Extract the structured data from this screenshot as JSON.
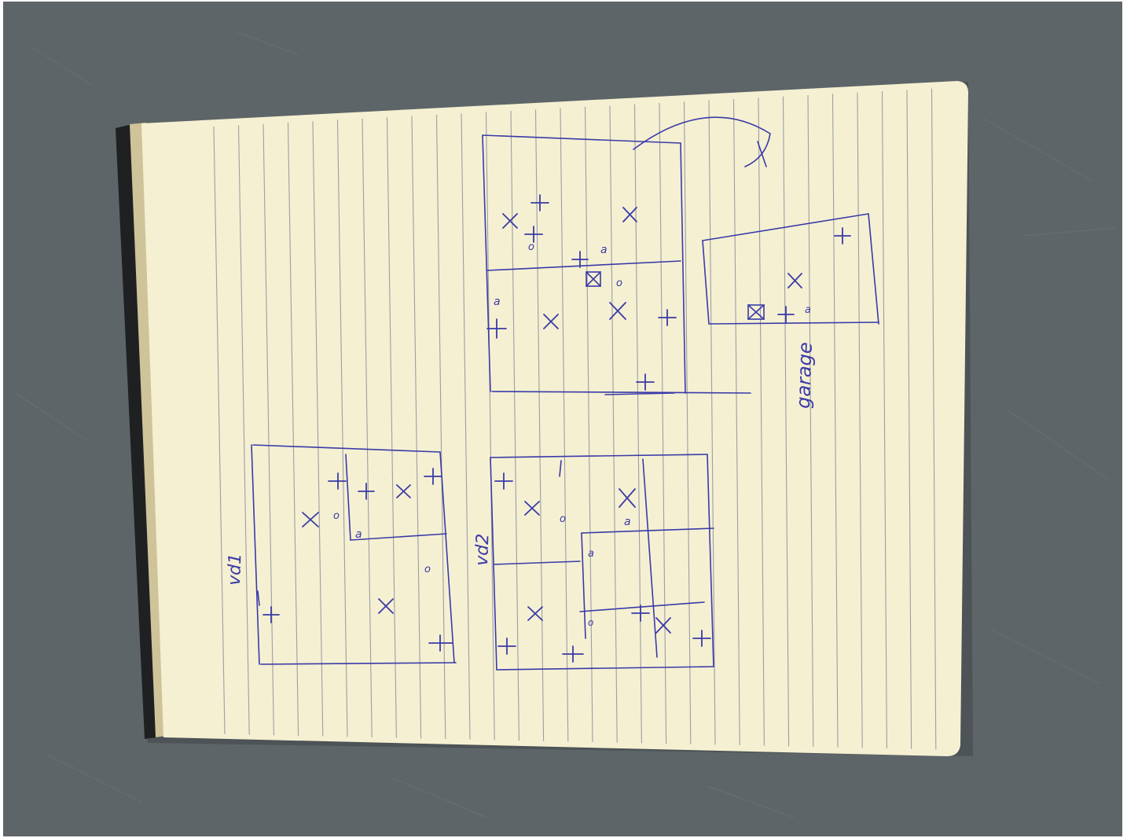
{
  "scene": {
    "description_kind": "photo-of-notebook",
    "colors": {
      "table": "#5d6568",
      "table_dark": "#4f5659",
      "paper": "#f5f0d2",
      "paper_edge": "#e9e2bd",
      "rule_line": "#8c8f9e",
      "binding_dark": "#1f2022",
      "binding_tan": "#cfc39a",
      "ink": "#3a3aa8"
    }
  },
  "sketch": {
    "labels": [
      {
        "id": "vd1",
        "text": "vd1"
      },
      {
        "id": "vd2",
        "text": "vd2"
      },
      {
        "id": "garage",
        "text": "garage"
      }
    ],
    "symbols": {
      "cross": "X",
      "door_tick": "+",
      "small_a": "a",
      "small_o": "o",
      "box": "⊠"
    }
  }
}
